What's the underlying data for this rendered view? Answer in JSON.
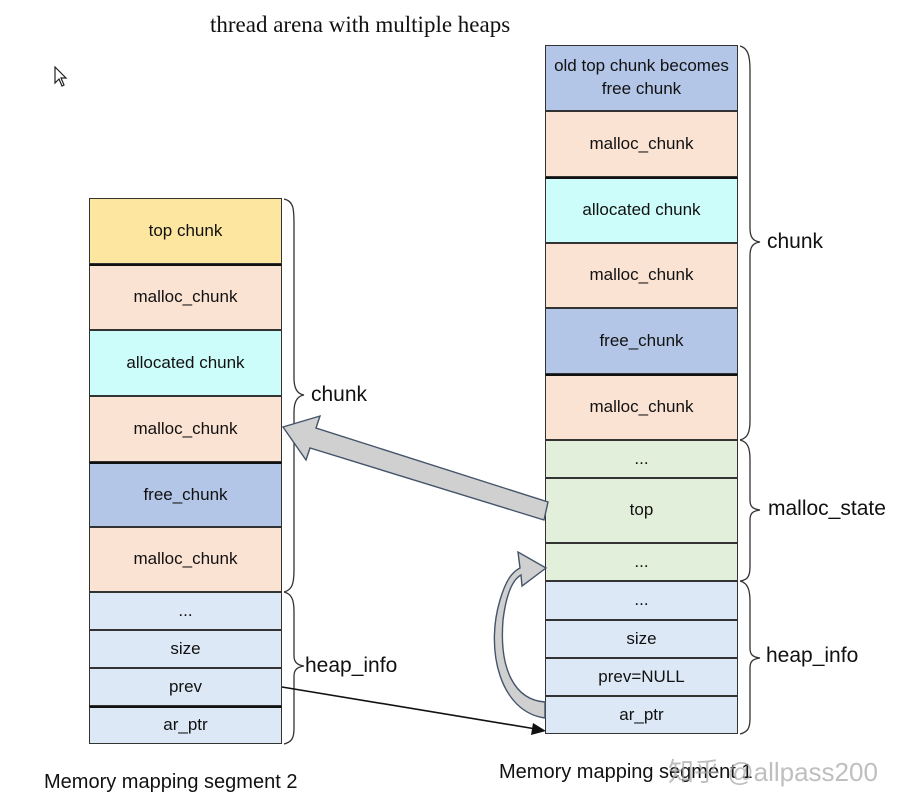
{
  "title": "thread arena with multiple heaps",
  "segment2": {
    "caption": "Memory mapping segment 2",
    "chunks": [
      "top chunk",
      "malloc_chunk",
      "allocated chunk",
      "malloc_chunk",
      "free_chunk",
      "malloc_chunk"
    ],
    "heap_info": [
      "...",
      "size",
      "prev",
      "ar_ptr"
    ],
    "chunk_label": "chunk",
    "heap_info_label": "heap_info"
  },
  "segment1": {
    "caption": "Memory mapping segment 1",
    "chunks": [
      "old top chunk becomes free chunk",
      "malloc_chunk",
      "allocated chunk",
      "malloc_chunk",
      "free_chunk",
      "malloc_chunk"
    ],
    "malloc_state": [
      "...",
      "top",
      "..."
    ],
    "heap_info": [
      "...",
      "size",
      "prev=NULL",
      "ar_ptr"
    ],
    "chunk_label": "chunk",
    "malloc_state_label": "malloc_state",
    "heap_info_label": "heap_info"
  },
  "watermark": "知乎 @allpass200",
  "colors": {
    "top_chunk": "#fde6a0",
    "malloc_chunk": "#fbe3d4",
    "allocated_chunk": "#cdfdfb",
    "free_chunk": "#b3c6e7",
    "malloc_state": "#e2efda",
    "heap_info": "#dde8f6",
    "arrow_fill": "#d0d0d0",
    "arrow_stroke": "#44546a"
  }
}
